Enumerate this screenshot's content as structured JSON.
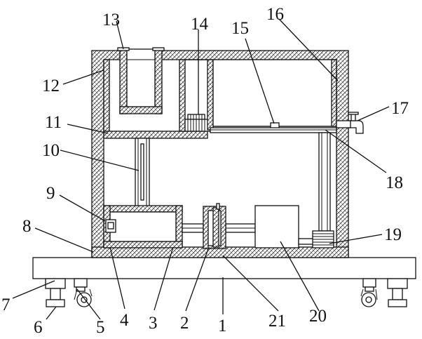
{
  "labels": {
    "l1": "1",
    "l2": "2",
    "l3": "3",
    "l4": "4",
    "l5": "5",
    "l6": "6",
    "l7": "7",
    "l8": "8",
    "l9": "9",
    "l10": "10",
    "l11": "11",
    "l12": "12",
    "l13": "13",
    "l14": "14",
    "l15": "15",
    "l16": "16",
    "l17": "17",
    "l18": "18",
    "l19": "19",
    "l20": "20",
    "l21": "21"
  },
  "colors": {
    "line": "#111111",
    "background": "#ffffff",
    "hatch": "#333333"
  }
}
